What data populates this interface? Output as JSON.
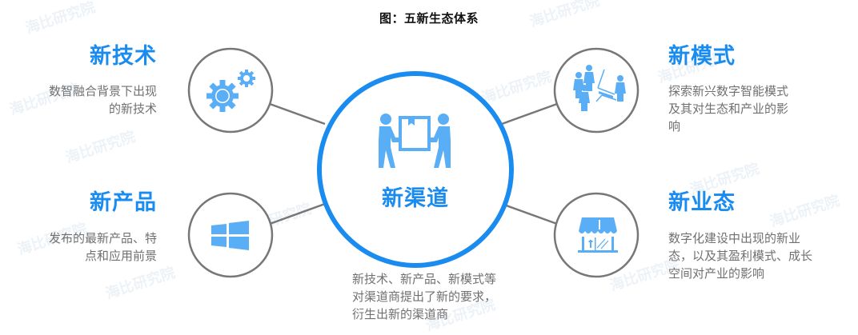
{
  "title": "图：五新生态体系",
  "center": {
    "label": "新渠道",
    "icon": "people-carrying-box-icon",
    "description": [
      "新技术、新产品、新模式等",
      "对渠道商提出了新的要求，",
      "衍生出新的渠道商"
    ]
  },
  "nodes": [
    {
      "id": "tech",
      "label": "新技术",
      "icon": "gears-icon",
      "description": [
        "数智融合背景下出现",
        "的新技术"
      ]
    },
    {
      "id": "product",
      "label": "新产品",
      "icon": "windows-tiles-icon",
      "description": [
        "发布的最新产品、特",
        "点和应用前景"
      ]
    },
    {
      "id": "mode",
      "label": "新模式",
      "icon": "business-people-icon",
      "description": [
        "探索新兴数字智能模式",
        "及其对生态和产业的影",
        "响"
      ]
    },
    {
      "id": "format",
      "label": "新业态",
      "icon": "storefront-icon",
      "description": [
        "数字化建设中出现的新业",
        "态，以及其盈利模式、成长",
        "空间对产业的影响"
      ]
    }
  ],
  "watermark": "海比研究院",
  "colors": {
    "accent": "#1a8cf0",
    "icon": "#5aaef5",
    "ring": "#777777",
    "text": "#707070"
  }
}
